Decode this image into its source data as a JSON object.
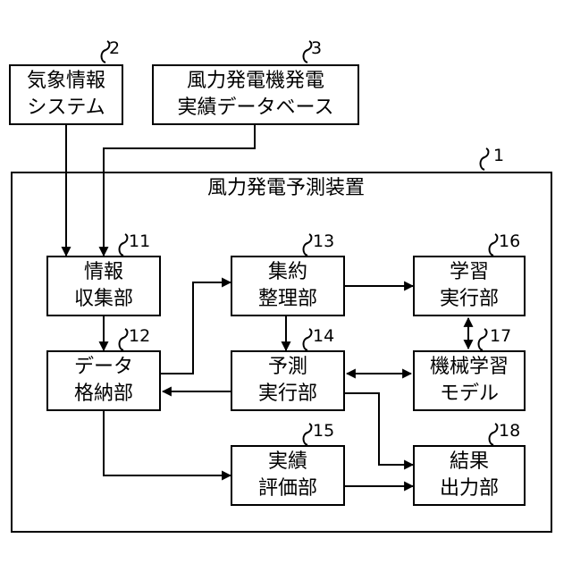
{
  "device": {
    "title": "風力発電予測装置",
    "ref": "1"
  },
  "external": {
    "weather_system": {
      "line1": "気象情報",
      "line2": "システム",
      "ref": "2"
    },
    "performance_db": {
      "line1": "風力発電機発電",
      "line2": "実績データベース",
      "ref": "3"
    }
  },
  "blocks": {
    "info_collection": {
      "line1": "情報",
      "line2": "収集部",
      "ref": "11"
    },
    "data_storage": {
      "line1": "データ",
      "line2": "格納部",
      "ref": "12"
    },
    "aggregation": {
      "line1": "集約",
      "line2": "整理部",
      "ref": "13"
    },
    "prediction": {
      "line1": "予測",
      "line2": "実行部",
      "ref": "14"
    },
    "evaluation": {
      "line1": "実績",
      "line2": "評価部",
      "ref": "15"
    },
    "learning": {
      "line1": "学習",
      "line2": "実行部",
      "ref": "16"
    },
    "ml_model": {
      "line1": "機械学習",
      "line2": "モデル",
      "ref": "17"
    },
    "result_output": {
      "line1": "結果",
      "line2": "出力部",
      "ref": "18"
    }
  }
}
